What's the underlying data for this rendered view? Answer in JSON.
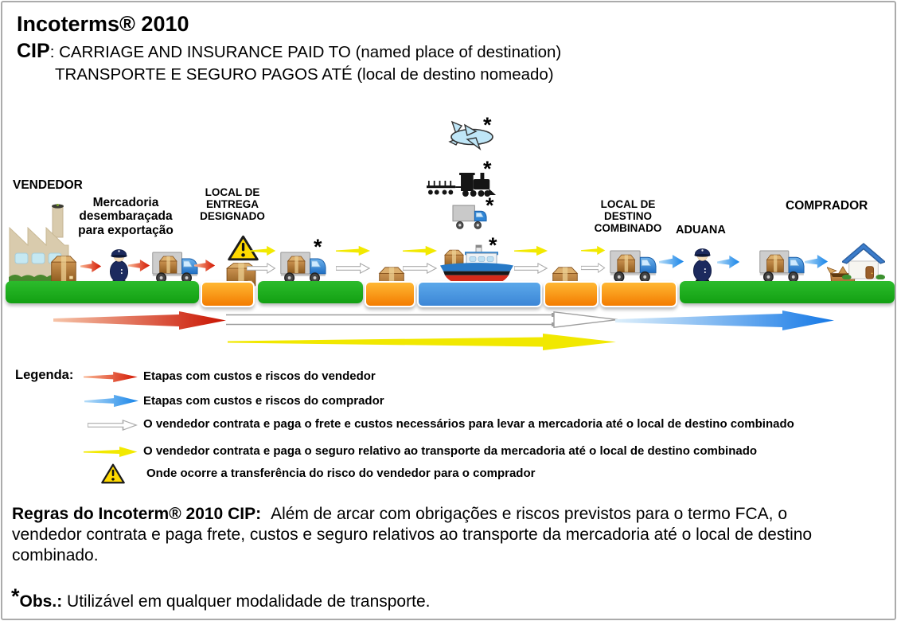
{
  "header": {
    "title": "Incoterms® 2010",
    "term_code": "CIP",
    "term_name_en": ": CARRIAGE AND INSURANCE PAID TO (named place of destination)",
    "term_name_pt": "TRANSPORTE E SEGURO PAGOS ATÉ (local de destino nomeado)"
  },
  "diagram": {
    "labels": {
      "seller": "VENDEDOR",
      "goods_cleared": "Mercadoria desembaraçada para exportação",
      "delivery_place": "LOCAL DE ENTREGA DESIGNADO",
      "destination_place": "LOCAL DE DESTINO COMBINADO",
      "customs": "ADUANA",
      "buyer": "COMPRADOR"
    },
    "transport_mode_icons": [
      "airplane-icon",
      "train-icon",
      "cargo-truck-icon",
      "cargo-ship-icon"
    ],
    "scene_icons": [
      "factory-icon",
      "cardboard-box-icon",
      "customs-officer-icon",
      "delivery-truck-icon",
      "warning-triangle-icon",
      "open-box-icon",
      "house-icon"
    ]
  },
  "legend": {
    "title": "Legenda:",
    "items": [
      {
        "icon": "red-arrow-icon",
        "text": "Etapas com custos e riscos do vendedor"
      },
      {
        "icon": "blue-arrow-icon",
        "text": "Etapas com custos e riscos do comprador"
      },
      {
        "icon": "white-arrow-icon",
        "text": "O vendedor contrata e paga o frete e custos necessários para levar a mercadoria até o local de destino combinado"
      },
      {
        "icon": "yellow-arrow-icon",
        "text": "O vendedor contrata e paga o seguro relativo ao transporte da mercadoria até o local de destino combinado"
      },
      {
        "icon": "warning-triangle-icon",
        "text": "Onde ocorre a transferência do risco do vendedor para o comprador"
      }
    ]
  },
  "rules": {
    "label": "Regras do Incoterm® 2010 CIP:",
    "text": "Além de arcar com obrigações e riscos previstos para o termo FCA, o vendedor contrata e paga frete, custos e seguro relativos ao transporte da mercadoria até o local de destino combinado."
  },
  "note": {
    "marker": "*",
    "label": "Obs.:",
    "text": "Utilizável em qualquer modalidade de transporte."
  },
  "colors": {
    "seller_arrow": "#CC1500",
    "buyer_arrow": "#1583E8",
    "freight_arrow": "#FFFFFF",
    "insurance_arrow": "#F2E900",
    "ground_green": "#1FB41F",
    "ground_orange": "#F8930C",
    "water_blue": "#4797E1",
    "warning_yellow": "#FFD900"
  }
}
